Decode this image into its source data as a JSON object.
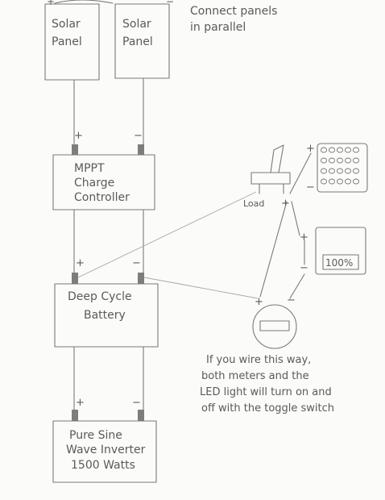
{
  "note_parallel": [
    "Connect panels",
    "in parallel"
  ],
  "panel_1": [
    "Solar",
    "Panel"
  ],
  "panel_2": [
    "Solar",
    "Panel"
  ],
  "controller": [
    "MPPT",
    "Charge",
    "Controller"
  ],
  "battery": [
    "Deep Cycle",
    "Battery"
  ],
  "inverter": [
    "Pure Sine",
    "Wave Inverter",
    "1500 Watts"
  ],
  "load_label": "Load",
  "meter_display": "100%",
  "note_wiring": [
    "If you wire this way,",
    "both meters and the",
    "LED light will turn on and",
    "off with the toggle switch"
  ],
  "signs": {
    "plus": "+",
    "minus": "−"
  }
}
